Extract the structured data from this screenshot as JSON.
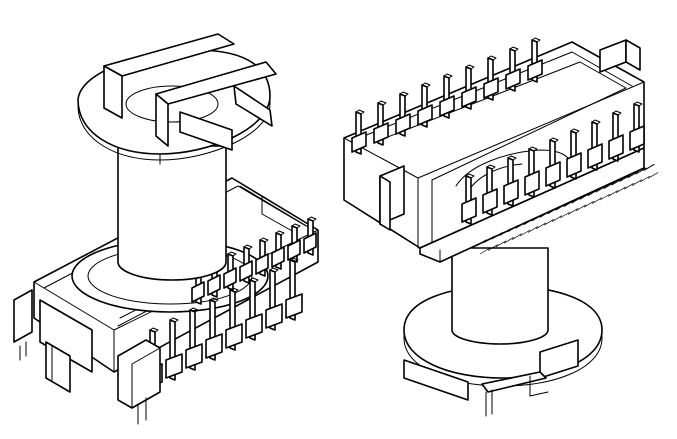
{
  "figure": {
    "subjects": [
      "transformer-bobbin-left",
      "transformer-bobbin-right"
    ],
    "colors": {
      "line": "#000000",
      "background": "#ffffff"
    },
    "left_bobbin": {
      "pins_front_row": 8,
      "pins_back_row": 8
    },
    "right_bobbin": {
      "pins_back_row": 9,
      "pins_front_row": 9
    }
  }
}
